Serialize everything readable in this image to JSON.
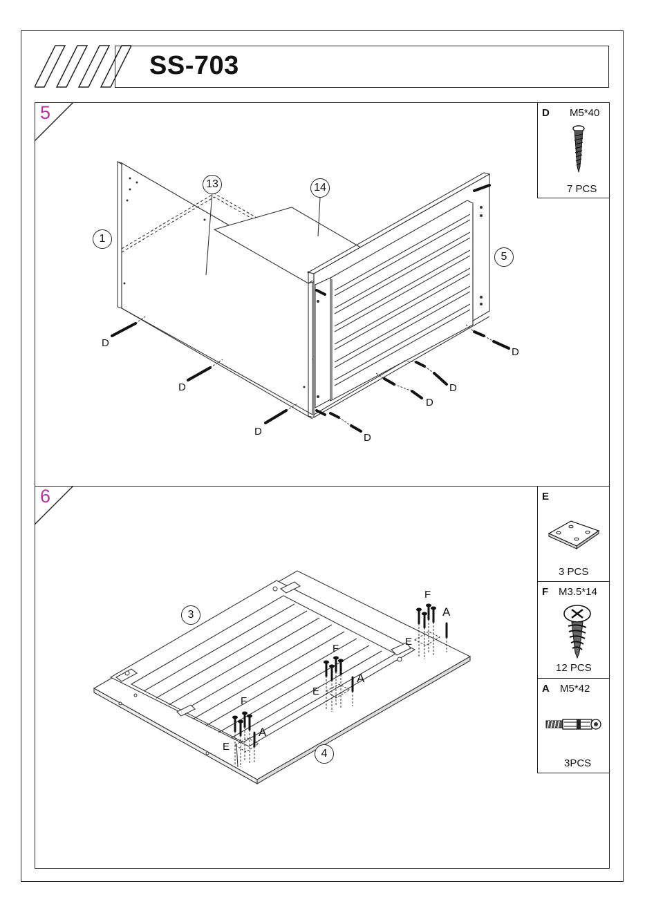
{
  "header": {
    "title": "SS-703"
  },
  "steps": [
    {
      "number": "5",
      "hardware": [
        {
          "letter": "D",
          "spec": "M5*40",
          "qty": "7 PCS",
          "icon": "bolt-icon"
        }
      ],
      "callouts": [
        "1",
        "13",
        "14",
        "5"
      ],
      "part_label": "D"
    },
    {
      "number": "6",
      "hardware": [
        {
          "letter": "E",
          "spec": "",
          "qty": "3 PCS",
          "icon": "connector-plate-icon"
        },
        {
          "letter": "F",
          "spec": "M3.5*14",
          "qty": "12 PCS",
          "icon": "wood-screw-icon"
        },
        {
          "letter": "A",
          "spec": "M5*42",
          "qty": "3PCS",
          "icon": "cam-dowel-icon"
        }
      ],
      "callouts": [
        "3",
        "4"
      ],
      "labels": {
        "E": "E",
        "F": "F",
        "A": "A"
      }
    }
  ]
}
